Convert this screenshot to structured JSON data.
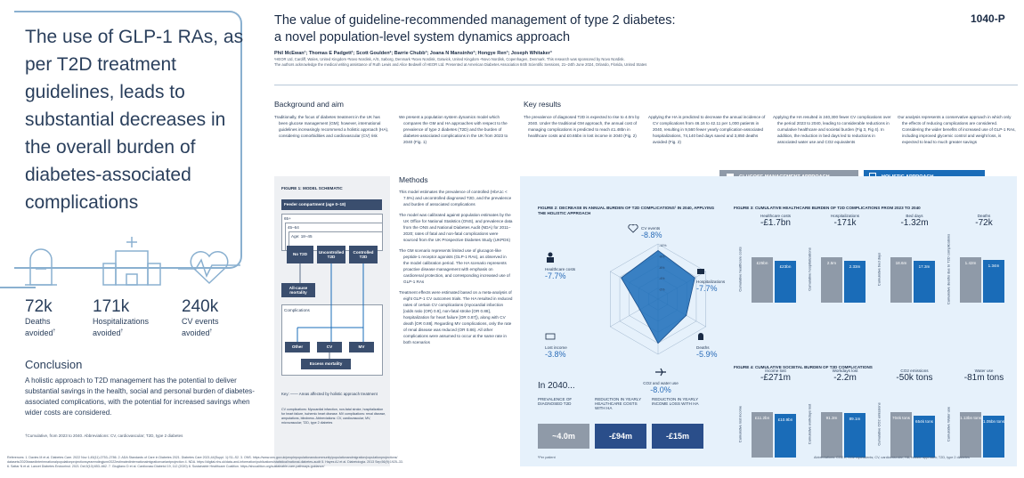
{
  "left": {
    "headline": "The use of GLP-1 RAs, as per T2D treatment guidelines, leads to substantial decreases in the overall burden of diabetes-associated complications",
    "stats": [
      {
        "value": "72k",
        "label": "Deaths avoided",
        "sup": "†"
      },
      {
        "value": "171k",
        "label": "Hospitalizations avoided",
        "sup": "†"
      },
      {
        "value": "240k",
        "label": "CV events avoided",
        "sup": "†"
      }
    ],
    "conclusion_title": "Conclusion",
    "conclusion_text": "A holistic approach to T2D management has the potential to deliver substantial savings in the health, social and personal burden of diabetes-associated complications, with the potential for increased savings when wider costs are considered.",
    "footnote": "†Cumulative, from 2023 to 2040. Abbreviations: CV, cardiovascular; T2D, type 2 diabetes"
  },
  "header": {
    "title_line1": "The value of guideline-recommended management of type 2 diabetes:",
    "title_line2": "a novel population-level system dynamics approach",
    "code": "1040-P",
    "authors": "Phil McEwan¹; Thomas E Padgett¹; Scott Goulden²; Barrie Chubb³; Joana N Mansinho³; Hongye Ren³; Joseph Whitaker³",
    "affiliations": "¹HEOR Ltd, Cardiff, Wales, United Kingdom ²Novo Nordisk, A/S, Søborg, Denmark ³Novo Nordisk, Gatwick, United Kingdom ⁴Novo Nordisk, Copenhagen, Denmark. This research was sponsored by Novo Nordisk.",
    "acknowledgement": "The authors acknowledge the medical writing assistance of Ruth Lewis and Alice Bedwell of HEOR Ltd. Presented at American Diabetes Association 84th Scientific Sessions, 21–24th June 2024, Orlando, Florida, United States"
  },
  "background": {
    "title": "Background and aim",
    "col1": [
      "Traditionally, the focus of diabetes treatment in the UK has been glucose management (GM); however, international guidelines increasingly recommend a holistic approach (HA), considering comorbidities and cardiovascular (CV) risk"
    ],
    "col2": [
      "We present a population system dynamics model which compares the GM and HA approaches with respect to the prevalence of type 2 diabetes (T2D) and the burden of diabetes-associated complications in the UK from 2023 to 2040 (Fig. 1)"
    ]
  },
  "methods": {
    "title": "Methods",
    "bullets": [
      "This model estimates the prevalence of controlled (HbA1c < 7.5%) and uncontrolled diagnosed T2D, and the prevalence and burden of associated complications",
      "The model was calibrated against population estimates by the UK Office for National Statistics (ONS), and prevalence data from the ONS and National Diabetes Audit (NDA) for 2011–2020; rates of fatal and non-fatal complications were sourced from the UK Prospective Diabetes Study (UKPDS)",
      "The GM scenario represents limited use of glucagon-like peptide-1 receptor agonists (GLP-1 RAs), as observed in the model calibration period. The HA scenario represents proactive disease management with emphasis on cardiorenal protection, and corresponding increased use of GLP-1 RAs",
      "Treatment effects were estimated based on a meta-analysis of eight GLP-1 CV outcomes trials. The HA resulted in reduced rates of certain CV complications (myocardial infarction [odds ratio (OR) 0.9], non-fatal stroke [OR 0.88], hospitalization for heart failure [OR 0.87]), along with CV death [OR 0.88]. Regarding MV complications, only the rate of renal disease was reduced (OR 0.86). All other complications were assumed to occur at the same rate in both scenarios"
    ]
  },
  "results": {
    "title": "Key results",
    "cols": [
      "The prevalence of diagnosed T2D is expected to rise to 4.0m by 2040. Under the traditional GM approach, the annual cost of managing complications is predicted to reach £1.48bn in healthcare costs and £0.65bn in lost income in 2040 (Fig. 2)",
      "Applying the HA is predicted to decrease the annual incidence of CV complications from 46.16 to 42.11 per 1,000 patients in 2040, resulting in 9,560 fewer yearly complication-associated hospitalizations, 74,140 bed days saved and 3,850 deaths avoided (Fig. 2)",
      "Applying the HA resulted in 240,300 fewer CV complications over the period 2023 to 2040, leading to considerable reductions in cumulative healthcare and societal burden (Fig 3, Fig 4). In addition, the reduction in bed days led to reductions in associated water use and CO2 equivalents",
      "Our analysis represents a conservative approach in which only the effects of reducing complications are considered. Considering the wider benefits of increased use of GLP-1 RAs, including improved glycemic control and weight loss, is expected to lead to much greater savings"
    ]
  },
  "legend_tags": {
    "gm": "GLUCOSE MANAGEMENT APPROACH",
    "ha": "HOLISTIC APPROACH"
  },
  "fig1": {
    "title": "FIGURE 1: MODEL SCHEMATIC",
    "feeder": "Feeder compartment (age 0–18)",
    "ages": [
      "65+",
      "45–64",
      "Age: 18–45"
    ],
    "boxes": {
      "no_t2d": "No T2D",
      "uncontrolled": "Uncontrolled T2D",
      "controlled": "Controlled T2D",
      "mortality": "All-cause mortality",
      "other": "Other",
      "cv": "CV",
      "mv": "MV",
      "excess": "Excess mortality"
    },
    "complications": "Complications",
    "key": "Key:  —— Areas affected by holistic approach treatment",
    "notes": "CV complications: Myocardial infarction, non-fatal stroke, hospitalization for heart failure, ischemic heart disease. MV complications: renal disease, amputations, blindness. Abbreviations: CV, cardiovascular; MV, microvascular; T2D, type 2 diabetes"
  },
  "fig2": {
    "title": "FIGURE 2: DECREASE IN ANNUAL BURDEN OF T2D COMPLICATIONS¹ IN 2040, APPLYING THE HOLISTIC APPROACH",
    "items": [
      {
        "name": "CV events",
        "value": "-8.8%"
      },
      {
        "name": "Hospitalizations",
        "value": "-7.7%"
      },
      {
        "name": "Deaths",
        "value": "-5.9%"
      },
      {
        "name": "CO2 and water use",
        "value": "-8.0%"
      },
      {
        "name": "Lost income",
        "value": "-3.8%"
      },
      {
        "name": "Healthcare costs",
        "value": "-7.7%"
      }
    ],
    "rings": [
      "-10%",
      "-8%",
      "-6%",
      "-4%",
      "-2%"
    ],
    "in2040": "In 2040...",
    "summary": [
      {
        "label": "PREVALENCE OF DIAGNOSED T2D",
        "value": "~4.0m"
      },
      {
        "label": "REDUCTION IN YEARLY HEALTHCARE COSTS WITH HA",
        "value": "-£94m"
      },
      {
        "label": "REDUCTION IN YEARLY INCOME LOSS WITH HA",
        "value": "-£15m"
      }
    ],
    "footnote": "¹Per patient"
  },
  "fig3": {
    "title": "FIGURE 3: CUMULATIVE HEALTHCARE BURDEN OF T2D COMPLICATIONS FROM 2023 TO 2040",
    "items": [
      {
        "name": "Healthcare costs",
        "delta": "-£1.7bn",
        "ylabel": "Cumulative healthcare costs",
        "gm": "£25bn",
        "ha": "£23bn"
      },
      {
        "name": "Hospitalizations",
        "delta": "-171k",
        "ylabel": "Cumulative hospitalizations",
        "gm": "2.5m",
        "ha": "2.33m"
      },
      {
        "name": "Bed days",
        "delta": "-1.32m",
        "ylabel": "Cumulative bed days",
        "gm": "18.6m",
        "ha": "17.3m"
      },
      {
        "name": "Deaths",
        "delta": "-72k",
        "ylabel": "Cumulative deaths due to T2D complications",
        "gm": "1.42m",
        "ha": "1.34m"
      }
    ]
  },
  "fig4": {
    "title": "FIGURE 4: CUMULATIVE SOCIETAL BURDEN OF T2D COMPLICATIONS",
    "items": [
      {
        "name": "Income lost",
        "delta": "-£271m",
        "ylabel": "Cumulative lost income",
        "gm": "£11.2bn",
        "ha": "£10.9bn"
      },
      {
        "name": "Workdays lost",
        "delta": "-2.2m",
        "ylabel": "Cumulative workdays lost",
        "gm": "91.3m",
        "ha": "89.1m"
      },
      {
        "name": "CO2 emissions",
        "delta": "-50k tons",
        "ylabel": "Cumulative CO2 emissions",
        "gm": "704k tons",
        "ha": "654k tons"
      },
      {
        "name": "Water use",
        "delta": "-81m tons",
        "ylabel": "Cumulative Water use",
        "gm": "1.13bn tons",
        "ha": "1.05bn tons"
      }
    ],
    "abbrev": "Abbreviations: CO2 e, CO2 equivalents; CV, cardiovascular; HA, holistic approach; T2D, type 2 diabetes"
  },
  "references": {
    "line1": "References: 1. Davies M et al. Diabetes Care. 2022 Nov 1;45(11):2753–2786. 2. ADA Standards of Care in Diabetes 2021. Diabetes Care 2021;44(Suppl. 1):S1–S2. 3. ONS. https://www.ons.gov.uk/peoplepopulationandcommunity/populationandmigration/populationprojections/",
    "line2": "datasets/2020basedinterimnationalpopulationprojectionsyearendingjune2022estimatedinternationalmigrationvariantprojection 4. NDA. https://digital.nhs.uk/data-and-information/publications/statistical/national-diabetes-audit 5. Hayes AJ et al. Diabetologia. 2013 Sep;56(9):1925–33.",
    "line3": "6. Sattar N et al. Lancet Diabetes Endocrinol. 2021 Oct;9(10):653–662. 7. Giugliano D et al. Cardiovasc Diabetol 19, 112 (2020) 8. Sustainable Healthcare Coalition. https://shcoalition.org/sustainable-care-pathways-guidance/"
  }
}
